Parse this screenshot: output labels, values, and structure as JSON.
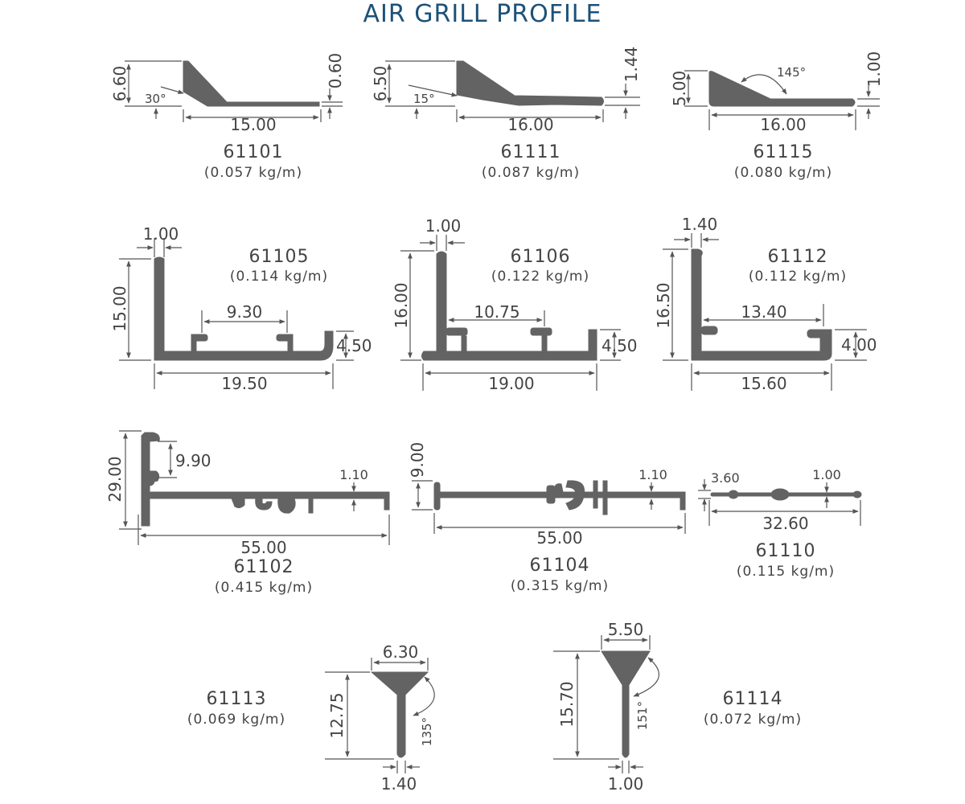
{
  "title": "AIR GRILL PROFILE",
  "colors": {
    "title": "#1d5178",
    "profile": "#636363",
    "text": "#444444"
  },
  "profiles": [
    {
      "code": "61101",
      "weight": "(0.057 kg/m)",
      "dims": [
        "6.60",
        "30°",
        "0.60",
        "15.00"
      ]
    },
    {
      "code": "61111",
      "weight": "(0.087 kg/m)",
      "dims": [
        "6.50",
        "15°",
        "1.44",
        "16.00"
      ]
    },
    {
      "code": "61115",
      "weight": "(0.080 kg/m)",
      "dims": [
        "5.00",
        "145°",
        "1.00",
        "16.00"
      ]
    },
    {
      "code": "61105",
      "weight": "(0.114 kg/m)",
      "dims": [
        "1.00",
        "15.00",
        "9.30",
        "4.50",
        "19.50"
      ]
    },
    {
      "code": "61106",
      "weight": "(0.122 kg/m)",
      "dims": [
        "1.00",
        "16.00",
        "10.75",
        "4.50",
        "19.00"
      ]
    },
    {
      "code": "61112",
      "weight": "(0.112 kg/m)",
      "dims": [
        "1.40",
        "16.50",
        "13.40",
        "4.00",
        "15.60"
      ]
    },
    {
      "code": "61102",
      "weight": "(0.415 kg/m)",
      "dims": [
        "29.00",
        "9.90",
        "1.10",
        "55.00"
      ]
    },
    {
      "code": "61104",
      "weight": "(0.315 kg/m)",
      "dims": [
        "9.00",
        "1.10",
        "55.00"
      ]
    },
    {
      "code": "61110",
      "weight": "(0.115 kg/m)",
      "dims": [
        "3.60",
        "1.00",
        "32.60"
      ]
    },
    {
      "code": "61113",
      "weight": "(0.069 kg/m)",
      "dims": [
        "6.30",
        "12.75",
        "135°",
        "1.40"
      ]
    },
    {
      "code": "61114",
      "weight": "(0.072 kg/m)",
      "dims": [
        "5.50",
        "15.70",
        "151°",
        "1.00"
      ]
    }
  ]
}
